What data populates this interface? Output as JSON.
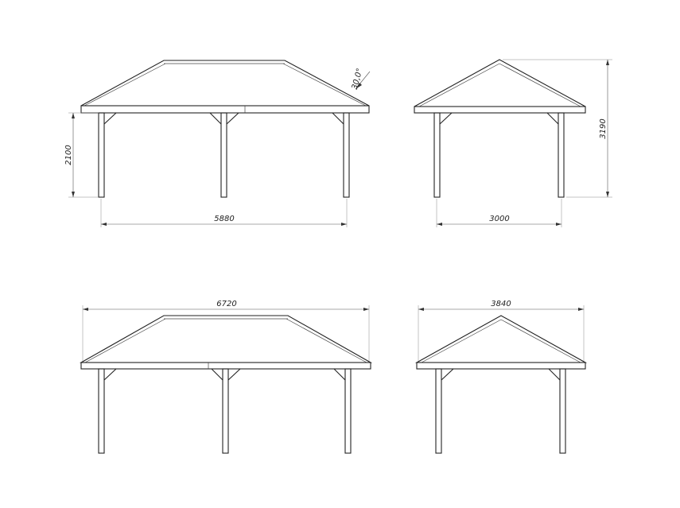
{
  "views": {
    "front_small": {
      "length_label": "5880",
      "height_label": "2100",
      "angle_label": "30,0°"
    },
    "side_small": {
      "width_label": "3000",
      "height_label": "3190"
    },
    "front_large": {
      "length_label": "6720"
    },
    "side_large": {
      "width_label": "3840"
    }
  }
}
